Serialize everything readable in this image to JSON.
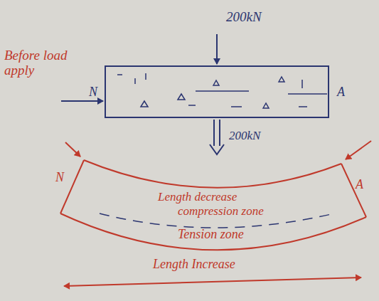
{
  "diagram": {
    "labels": [
      "Before load apply",
      "200kN",
      "N",
      "A",
      "200kN",
      "N",
      "A",
      "Length decrease",
      "compression zone",
      "Tension zone",
      "Length Increase"
    ]
  }
}
